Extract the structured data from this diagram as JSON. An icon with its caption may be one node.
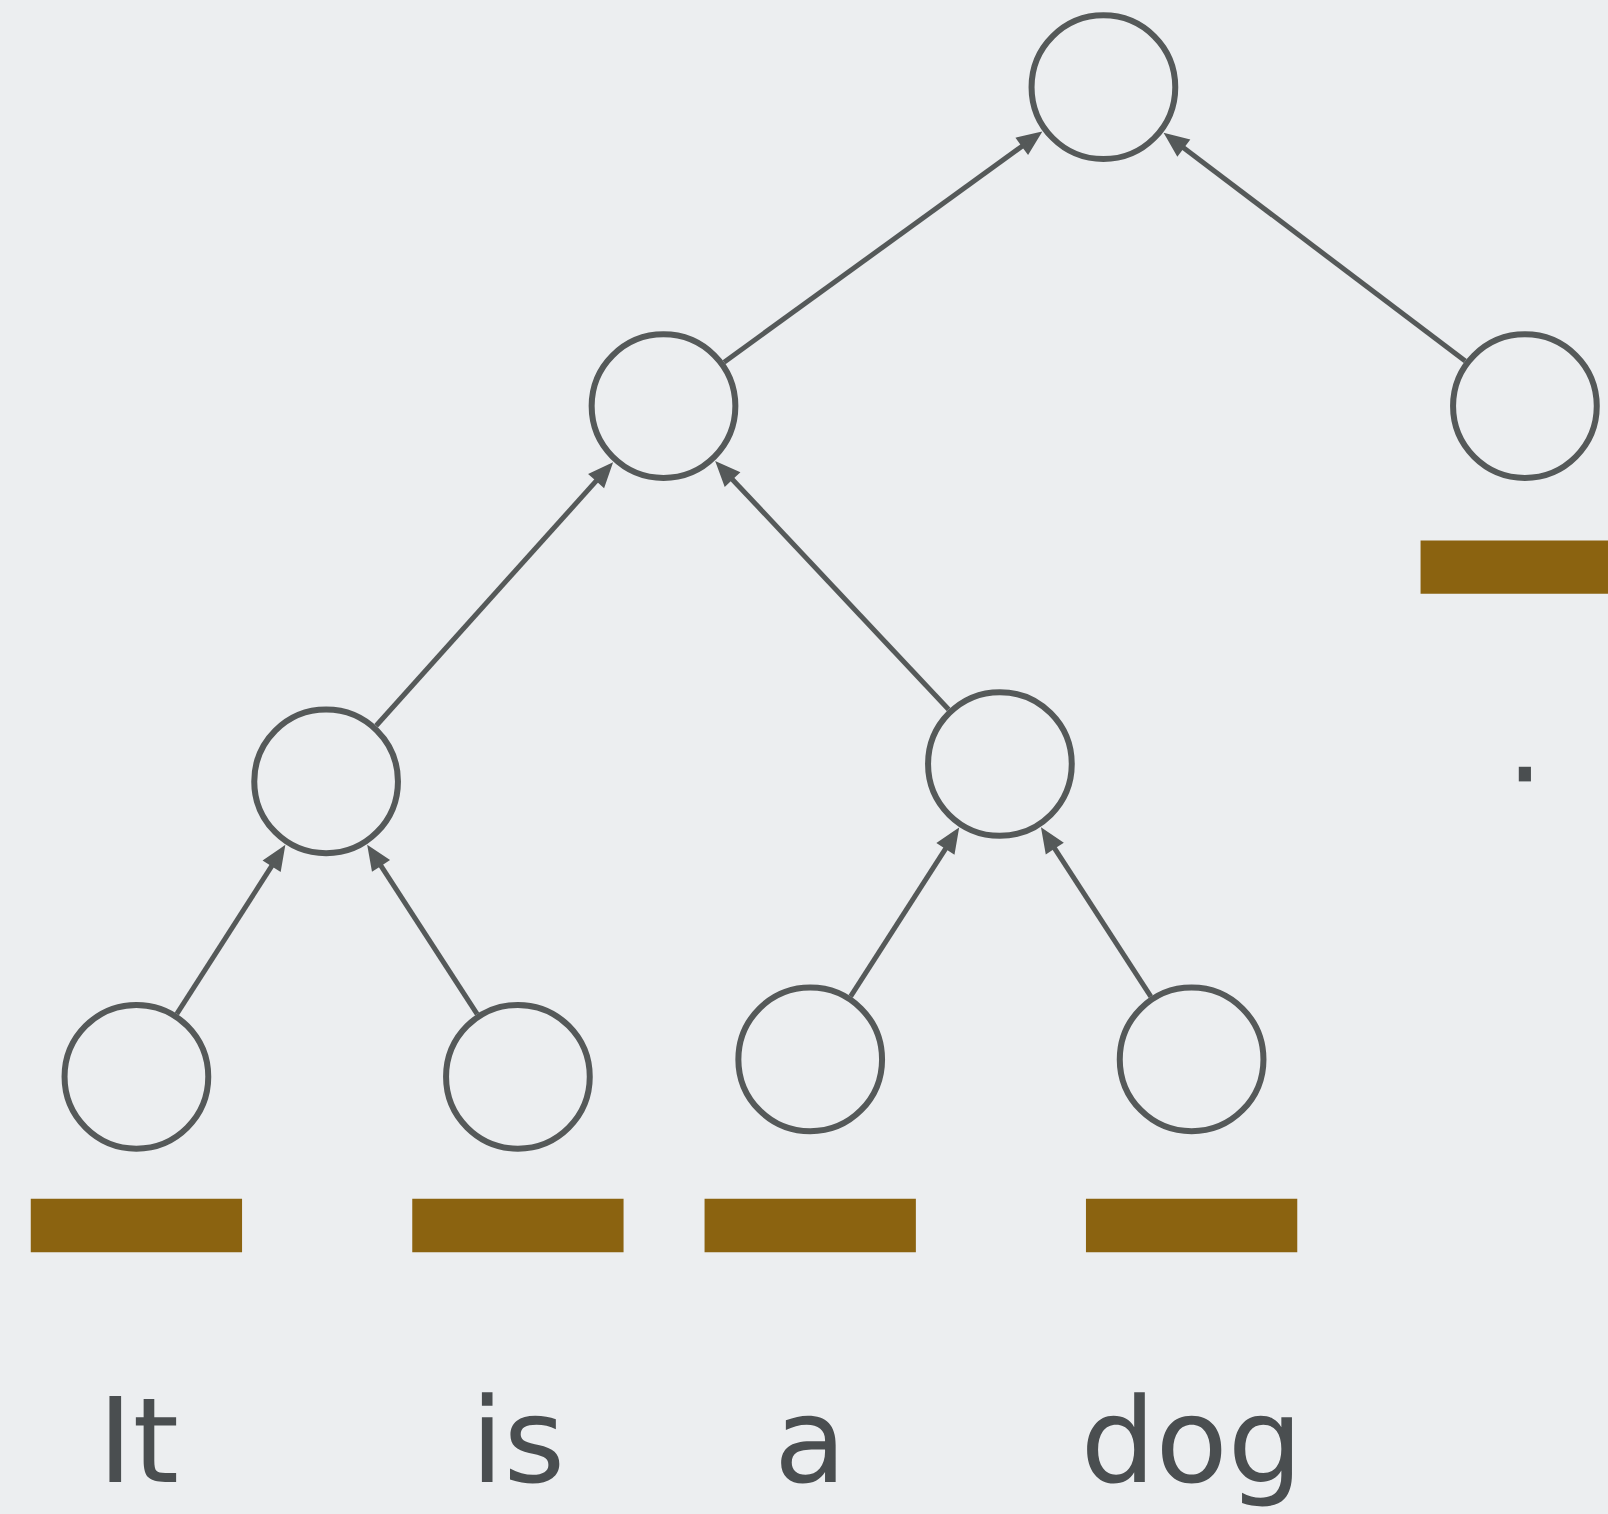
{
  "diagram": {
    "nodes": [
      {
        "text": [],
        "shape": "circle"
      },
      {
        "text": [],
        "shape": "circle"
      },
      {
        "text": [],
        "shape": "circle"
      },
      {
        "text": [],
        "shape": "circle"
      },
      {
        "text": [],
        "shape": "circle"
      },
      {
        "text": [],
        "shape": "circle"
      },
      {
        "text": [],
        "shape": "circle"
      },
      {
        "text": [],
        "shape": "circle"
      },
      {
        "text": [],
        "shape": "circle"
      },
      {
        "text": [],
        "shape": "bar",
        "beside": [
          "."
        ]
      },
      {
        "text": [],
        "shape": "bar",
        "beside": [
          "It"
        ]
      },
      {
        "text": [],
        "shape": "bar",
        "beside": [
          "is"
        ]
      },
      {
        "text": [],
        "shape": "bar",
        "beside": [
          "a"
        ]
      },
      {
        "text": [],
        "shape": "bar",
        "beside": [
          "dog"
        ]
      }
    ],
    "edges": [
      {
        "from": 1,
        "to": 0,
        "arrow": "to"
      },
      {
        "from": 2,
        "to": 0,
        "arrow": "to"
      },
      {
        "from": 3,
        "to": 1,
        "arrow": "to"
      },
      {
        "from": 4,
        "to": 1,
        "arrow": "to"
      },
      {
        "from": 5,
        "to": 3,
        "arrow": "to"
      },
      {
        "from": 6,
        "to": 3,
        "arrow": "to"
      },
      {
        "from": 7,
        "to": 4,
        "arrow": "to"
      },
      {
        "from": 8,
        "to": 4,
        "arrow": "to"
      }
    ]
  }
}
